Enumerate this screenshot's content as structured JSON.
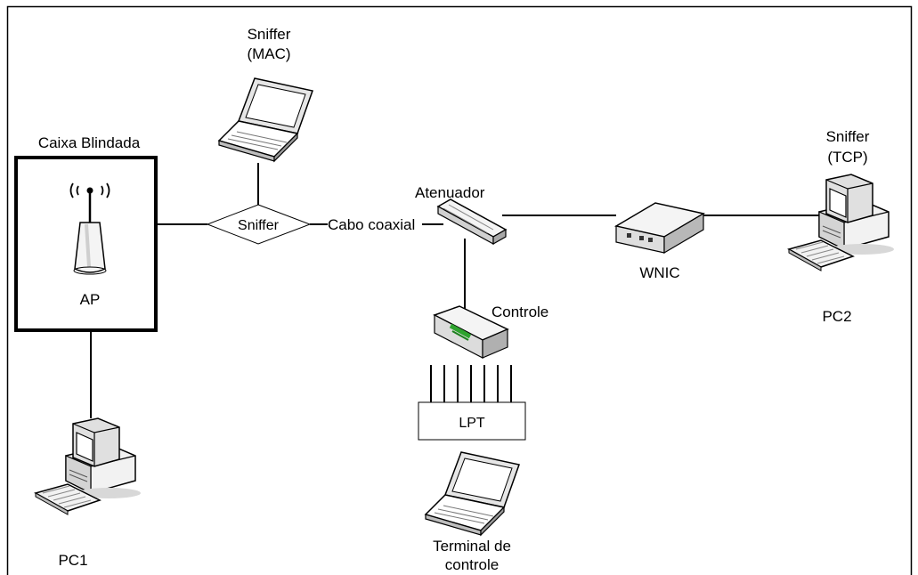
{
  "labels": {
    "sniffer_mac_line1": "Sniffer",
    "sniffer_mac_line2": "(MAC)",
    "shielded_box": "Caixa Blindada",
    "ap": "AP",
    "sniffer_node": "Sniffer",
    "coax_cable": "Cabo coaxial",
    "attenuator": "Atenuador",
    "wnic": "WNIC",
    "sniffer_tcp_line1": "Sniffer",
    "sniffer_tcp_line2": "(TCP)",
    "pc2": "PC2",
    "controller": "Controle",
    "lpt": "LPT",
    "terminal_line1": "Terminal de",
    "terminal_line2": "controle",
    "pc1": "PC1"
  },
  "icons": {
    "sniffer_mac": "laptop-icon",
    "ap": "wireless-access-point-icon",
    "attenuator": "hub-icon",
    "wnic": "network-card-icon",
    "pc2": "desktop-computer-icon",
    "controller": "router-icon",
    "terminal": "laptop-icon",
    "pc1": "desktop-computer-icon"
  }
}
